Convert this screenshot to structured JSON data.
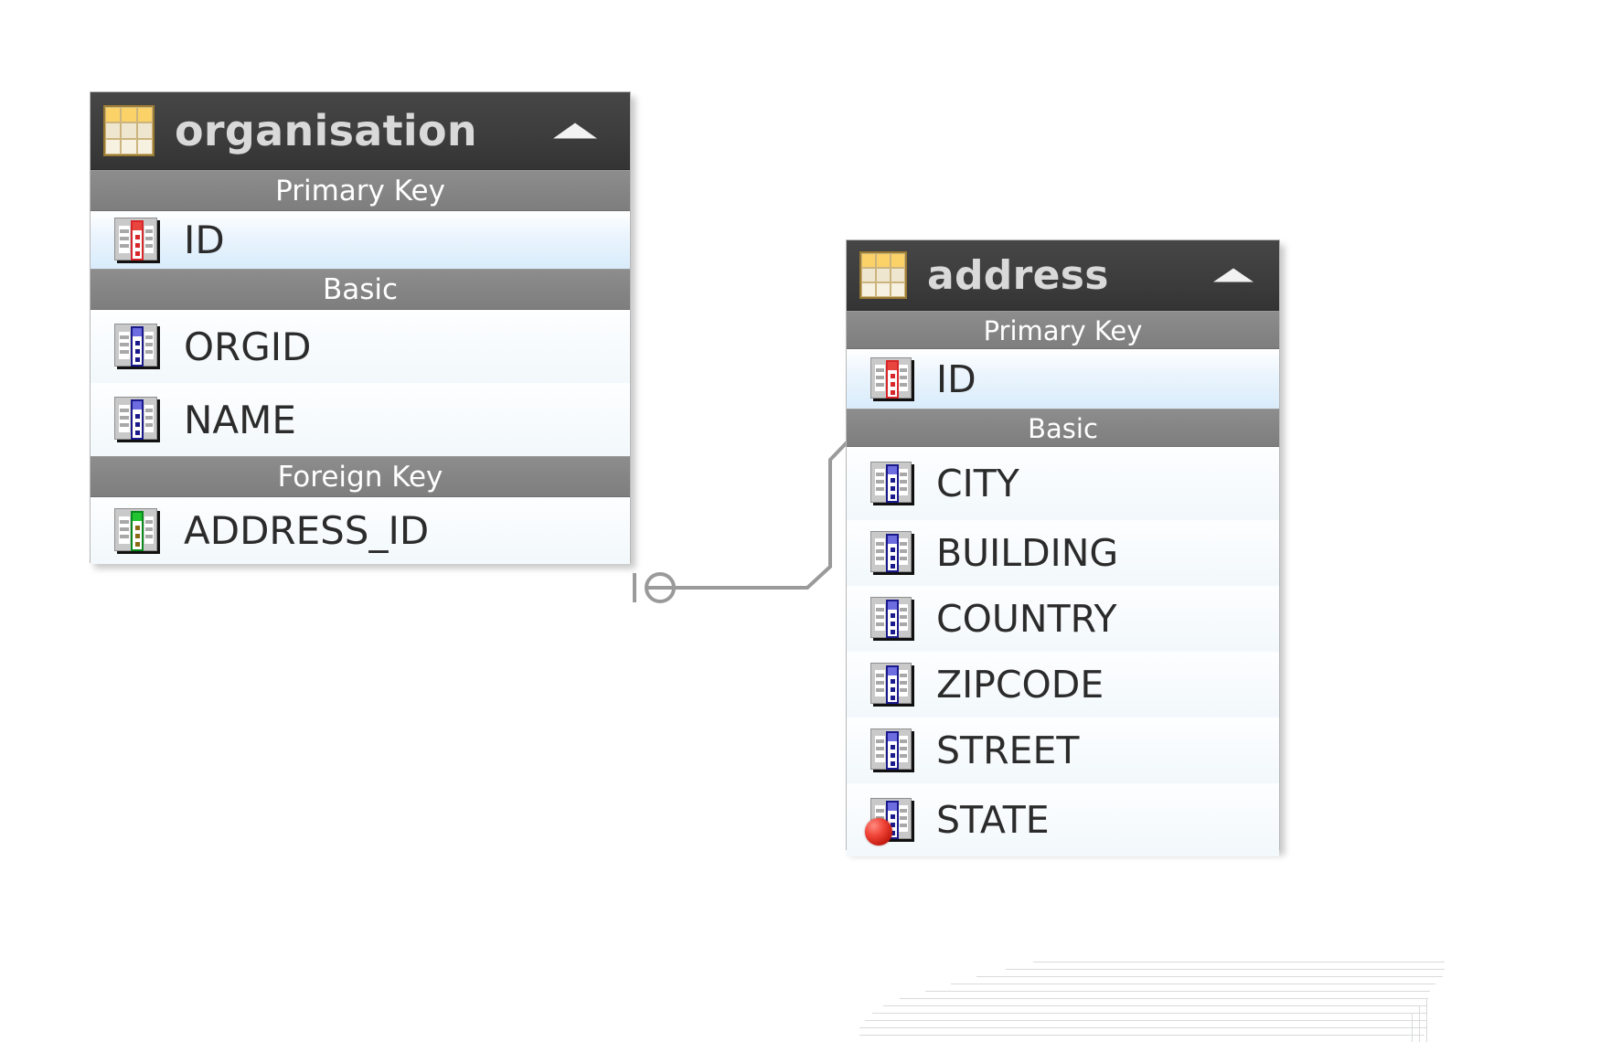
{
  "diagram": {
    "type": "entity-relationship-diagram",
    "background": "#ffffff",
    "header_bg": "#3d3d3d",
    "header_text_color": "#d9d9d9",
    "band_bg": "#858585",
    "band_text_color": "#ffffff",
    "row_text_color": "#2b2b2b",
    "pk_row_bg": "#e4f0fb",
    "row_bg": "#f2f8fb",
    "connector_color": "#9a9a9a",
    "pk_accent": "#d8262a",
    "basic_accent": "#1a1a8c",
    "fk_accent": "#0a8a1e",
    "table_icon_accent": "#f2c košice"
  },
  "entities": [
    {
      "name": "organisation",
      "icon": "table-grid-icon",
      "collapse_icon": "triangle-up-icon",
      "sections": [
        {
          "label": "Primary Key",
          "kind": "pk",
          "columns": [
            {
              "name": "ID",
              "icon": "column-primary-key-icon",
              "badge": ""
            }
          ]
        },
        {
          "label": "Basic",
          "kind": "basic",
          "columns": [
            {
              "name": "ORGID",
              "icon": "column-basic-icon",
              "badge": ""
            },
            {
              "name": "NAME",
              "icon": "column-basic-icon",
              "badge": ""
            }
          ]
        },
        {
          "label": "Foreign Key",
          "kind": "fk",
          "columns": [
            {
              "name": "ADDRESS_ID",
              "icon": "column-foreign-key-icon",
              "badge": ""
            }
          ]
        }
      ]
    },
    {
      "name": "address",
      "icon": "table-grid-icon",
      "collapse_icon": "triangle-up-icon",
      "sections": [
        {
          "label": "Primary Key",
          "kind": "pk",
          "columns": [
            {
              "name": "ID",
              "icon": "column-primary-key-icon",
              "badge": ""
            }
          ]
        },
        {
          "label": "Basic",
          "kind": "basic",
          "columns": [
            {
              "name": "CITY",
              "icon": "column-basic-icon",
              "badge": ""
            },
            {
              "name": "BUILDING",
              "icon": "column-basic-icon",
              "badge": ""
            },
            {
              "name": "COUNTRY",
              "icon": "column-basic-icon",
              "badge": ""
            },
            {
              "name": "ZIPCODE",
              "icon": "column-basic-icon",
              "badge": ""
            },
            {
              "name": "STREET",
              "icon": "column-basic-icon",
              "badge": ""
            },
            {
              "name": "STATE",
              "icon": "column-basic-icon",
              "badge": "red-sphere-badge"
            }
          ]
        }
      ]
    }
  ],
  "relationship": {
    "from_entity": "organisation",
    "from_column": "ADDRESS_ID",
    "to_entity": "address",
    "to_column": "ID",
    "from_cardinality": "zero-or-one",
    "to_cardinality": "exactly-one",
    "from_marker": "circle-and-tick",
    "to_marker": "double-tick",
    "line_style": "orthogonal-stepped"
  }
}
